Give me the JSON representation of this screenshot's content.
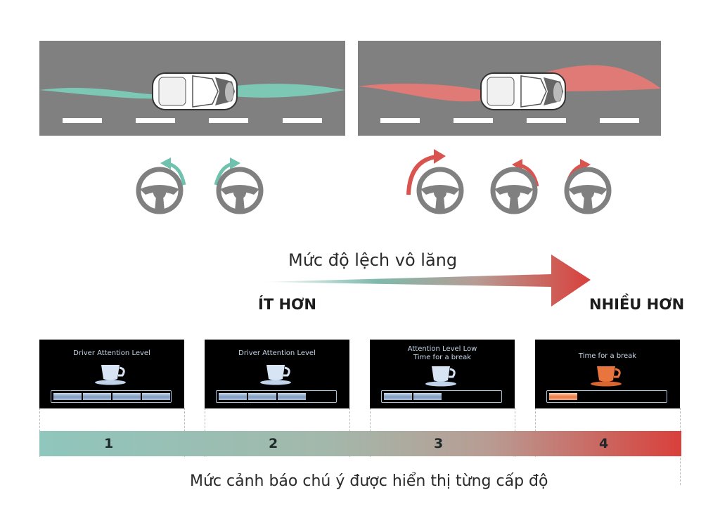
{
  "steering_caption": "Mức độ lệch vô lăng",
  "less_label": "ÍT HƠN",
  "more_label": "NHIỀU HƠN",
  "footer_caption": "Mức cảnh báo chú ý được hiển thị từng cấp độ",
  "colors": {
    "road": "#808080",
    "teal": "#7cc8b5",
    "red": "#e07a76",
    "arrow_red": "#d9403c",
    "wheel": "#808080"
  },
  "screens": [
    {
      "title": "Driver Attention Level",
      "filled": 4,
      "cup_color": "light-blue",
      "seg_color": "blue"
    },
    {
      "title": "Driver Attention Level",
      "filled": 3,
      "cup_color": "light-blue",
      "seg_color": "blue"
    },
    {
      "title_line1": "Attention Level Low",
      "title_line2": "Time for a break",
      "filled": 2,
      "cup_color": "light-blue",
      "seg_color": "blue"
    },
    {
      "title": "Time for a break",
      "filled": 1,
      "cup_color": "orange",
      "seg_color": "orange"
    }
  ],
  "levels": [
    "1",
    "2",
    "3",
    "4"
  ]
}
